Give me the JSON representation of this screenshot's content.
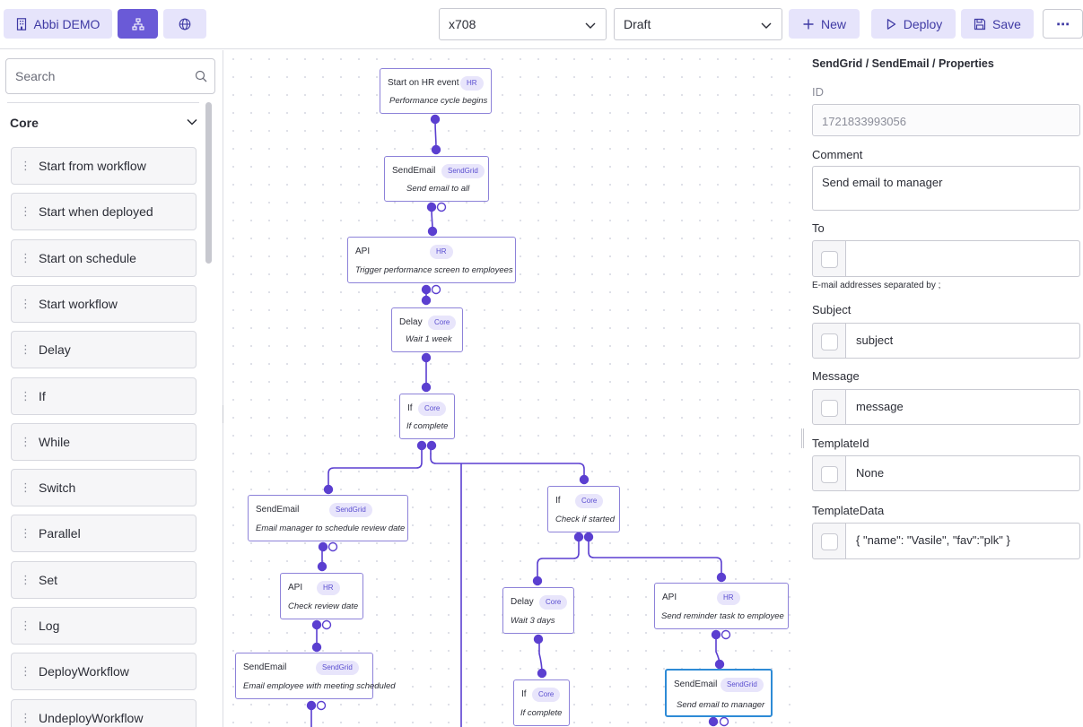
{
  "toolbar": {
    "app_label": "Abbi DEMO",
    "version_value": "x708",
    "status_value": "Draft",
    "new_label": "New",
    "deploy_label": "Deploy",
    "save_label": "Save",
    "more_label": "⋯"
  },
  "palette": {
    "search_placeholder": "Search",
    "section_title": "Core",
    "items": [
      {
        "label": "Start from workflow"
      },
      {
        "label": "Start when deployed"
      },
      {
        "label": "Start on schedule"
      },
      {
        "label": "Start workflow"
      },
      {
        "label": "Delay"
      },
      {
        "label": "If"
      },
      {
        "label": "While"
      },
      {
        "label": "Switch"
      },
      {
        "label": "Parallel"
      },
      {
        "label": "Set"
      },
      {
        "label": "Log"
      },
      {
        "label": "DeployWorkflow"
      },
      {
        "label": "UndeployWorkflow"
      }
    ]
  },
  "canvas": {
    "nodes": [
      {
        "type": "Start on HR event",
        "tag": "HR",
        "desc": "Performance cycle begins"
      },
      {
        "type": "SendEmail",
        "tag": "SendGrid",
        "desc": "Send email to all"
      },
      {
        "type": "API",
        "tag": "HR",
        "desc": "Trigger performance screen to employees"
      },
      {
        "type": "Delay",
        "tag": "Core",
        "desc": "Wait 1 week"
      },
      {
        "type": "If",
        "tag": "Core",
        "desc": "If complete"
      },
      {
        "type": "SendEmail",
        "tag": "SendGrid",
        "desc": "Email manager to schedule review date"
      },
      {
        "type": "If",
        "tag": "Core",
        "desc": "Check if started"
      },
      {
        "type": "API",
        "tag": "HR",
        "desc": "Check review date"
      },
      {
        "type": "Delay",
        "tag": "Core",
        "desc": "Wait 3 days"
      },
      {
        "type": "API",
        "tag": "HR",
        "desc": "Send reminder task to employee"
      },
      {
        "type": "SendEmail",
        "tag": "SendGrid",
        "desc": "Email employee with meeting scheduled"
      },
      {
        "type": "If",
        "tag": "Core",
        "desc": "If complete"
      },
      {
        "type": "SendEmail",
        "tag": "SendGrid",
        "desc": "Send email to manager",
        "selected": true
      }
    ]
  },
  "properties": {
    "title": "SendGrid / SendEmail / Properties",
    "id_label": "ID",
    "id_value": "1721833993056",
    "comment_label": "Comment",
    "comment_value": "Send email to manager",
    "to_label": "To",
    "to_value": "",
    "to_hint": "E-mail addresses separated by ;",
    "subject_label": "Subject",
    "subject_value": "subject",
    "message_label": "Message",
    "message_value": "message",
    "templateid_label": "TemplateId",
    "templateid_value": "None",
    "templatedata_label": "TemplateData",
    "templatedata_value": "{ \"name\": \"Vasile\", \"fav\":\"plk\" }"
  },
  "colors": {
    "accent": "#6a5ad7",
    "accent_light": "#e6e4fb",
    "node_border": "#8d82d9",
    "wire": "#5b3fd0",
    "selected_border": "#2e8bd6"
  }
}
